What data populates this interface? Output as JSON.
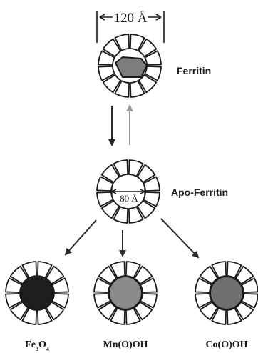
{
  "top": {
    "dimension": "120 Å",
    "label": "Ferritin"
  },
  "middle": {
    "dimension": "80 Å",
    "label": "Apo-Ferritin"
  },
  "bottom": [
    {
      "label_html": "Fe<tspan baseline-shift=\"sub\" font-size=\"8\">3</tspan>O<tspan baseline-shift=\"sub\" font-size=\"8\">4</tspan>",
      "label": "Fe3O4",
      "core_color": "#1e1e1e"
    },
    {
      "label": "Mn(O)OH",
      "core_color": "#8a8a8a"
    },
    {
      "label": "Co(O)OH",
      "core_color": "#6f6f6f"
    }
  ],
  "colors": {
    "shell_stroke": "#1a1a1a",
    "ferritin_core": "#7d7d7d",
    "arrow_up": "#9a9a9a",
    "arrow_down": "#2b2b2b"
  }
}
